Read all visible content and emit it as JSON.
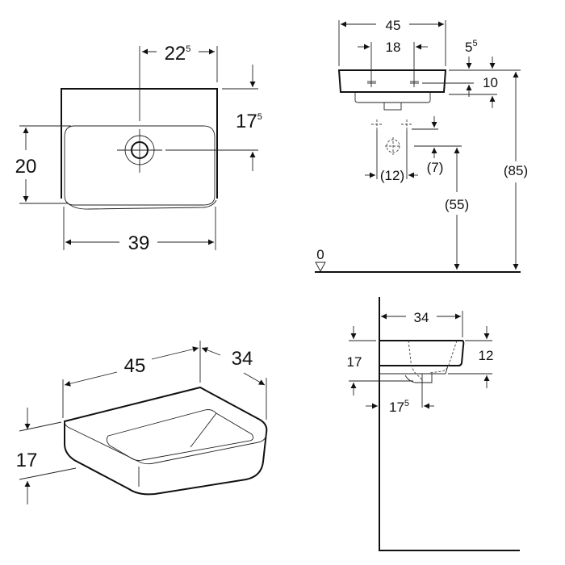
{
  "top_view": {
    "dim_width_outer": "39",
    "dim_depth_basin": "20",
    "dim_tap_offset_main": "22",
    "dim_tap_offset_sup": "5",
    "dim_tap_depth_main": "17",
    "dim_tap_depth_sup": "5"
  },
  "front_view": {
    "dim_width": "45",
    "dim_tap_spacing": "18",
    "dim_rim_offset_main": "5",
    "dim_rim_offset_sup": "5",
    "dim_rim_height": "10",
    "dim_supply_spacing": "(12)",
    "dim_supply_offset": "(7)",
    "dim_drain_height": "(55)",
    "dim_rim_floor_height": "(85)",
    "floor_level_label": "0"
  },
  "iso_view": {
    "dim_width": "45",
    "dim_depth": "34",
    "dim_height": "17"
  },
  "side_view": {
    "dim_depth": "34",
    "dim_height": "17",
    "dim_bowl_height": "12",
    "dim_drain_offset_main": "17",
    "dim_drain_offset_sup": "5"
  }
}
